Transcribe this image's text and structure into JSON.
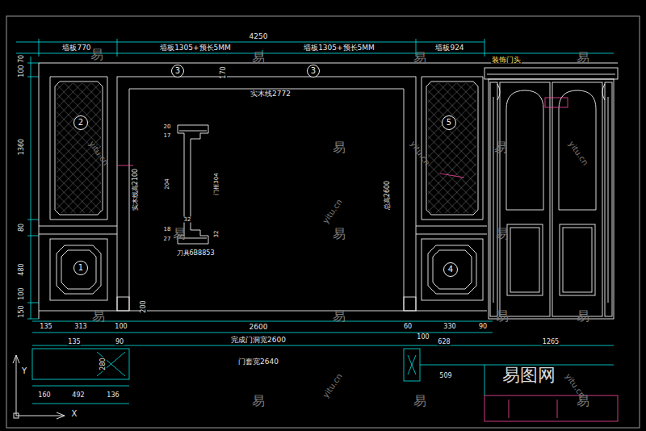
{
  "diagram": {
    "nodes": [
      {
        "text": [
          "3"
        ]
      },
      {
        "text": [
          "3"
        ]
      },
      {
        "text": [
          "2"
        ]
      },
      {
        "text": [
          "5"
        ]
      },
      {
        "text": [
          "1"
        ]
      },
      {
        "text": [
          "4"
        ]
      }
    ],
    "labels": [
      "4250",
      "墙板770",
      "墙板1305+预长5MM",
      "墙板1305+预长5MM",
      "墙板924",
      "装饰门头",
      "70",
      "100",
      "1360",
      "80",
      "480",
      "100",
      "150",
      "170",
      "实木线2772",
      "实木线高2100",
      "总高2600",
      "20",
      "17",
      "204",
      "32",
      "18",
      "27",
      "门框304",
      "32",
      "刀具6B8853",
      "135",
      "313",
      "100",
      "200",
      "2600",
      "60",
      "100",
      "330",
      "90",
      "完成门洞宽2600",
      "门套宽2640",
      "135",
      "90",
      "628",
      "1265",
      "280",
      "160",
      "492",
      "136",
      "509",
      "Y",
      "X",
      "易",
      "易",
      "易",
      "易",
      "易",
      "易",
      "易",
      "易",
      "易",
      "易",
      "易",
      "易",
      "易",
      "易",
      "易",
      "易",
      "yitu.cn",
      "yitu.cn",
      "yitu.cn",
      "yitu.cn",
      "yitu.cn",
      "yitu.cn",
      "易图网"
    ]
  }
}
